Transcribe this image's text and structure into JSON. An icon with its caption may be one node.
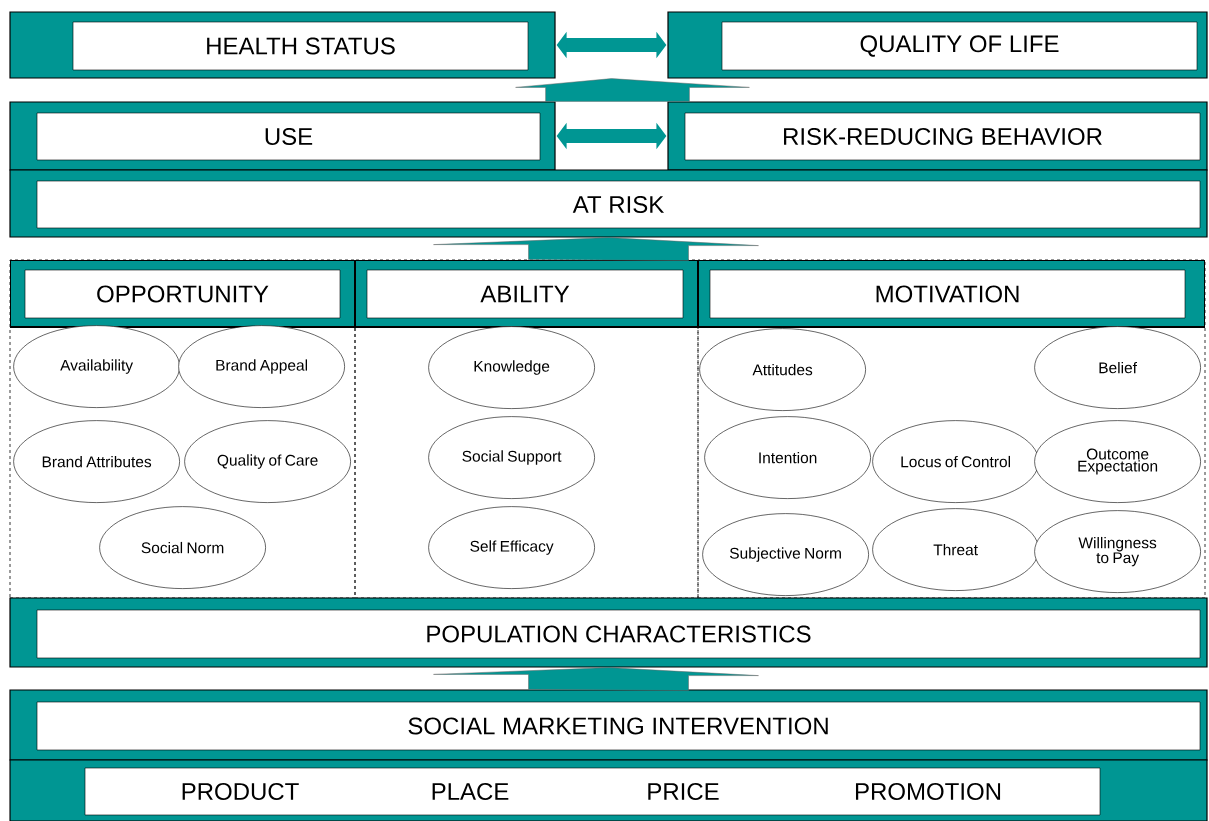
{
  "diagram": {
    "nodes": [
      {
        "text": [
          "HEALTH STATUS"
        ]
      },
      {
        "text": [
          "QUALITY OF LIFE"
        ]
      },
      {
        "text": [
          "USE"
        ]
      },
      {
        "text": [
          "RISK-REDUCING BEHAVIOR"
        ]
      },
      {
        "text": [
          "AT RISK"
        ]
      },
      {
        "text": [
          "OPPORTUNITY"
        ]
      },
      {
        "text": [
          "Availability"
        ],
        "in": 5
      },
      {
        "text": [
          "Brand Appeal"
        ],
        "in": 5
      },
      {
        "text": [
          "Brand Attributes"
        ],
        "in": 5
      },
      {
        "text": [
          "Quality of Care"
        ],
        "in": 5
      },
      {
        "text": [
          "Social Norm"
        ],
        "in": 5
      },
      {
        "text": [
          "ABILITY"
        ]
      },
      {
        "text": [
          "Knowledge"
        ],
        "in": 11
      },
      {
        "text": [
          "Social Support"
        ],
        "in": 11
      },
      {
        "text": [
          "Self Efficacy"
        ],
        "in": 11
      },
      {
        "text": [
          "MOTIVATION"
        ]
      },
      {
        "text": [
          "Attitudes"
        ],
        "in": 15
      },
      {
        "text": [
          "Belief"
        ],
        "in": 15
      },
      {
        "text": [
          "Intention"
        ],
        "in": 15
      },
      {
        "text": [
          "Locus of Control"
        ],
        "in": 15
      },
      {
        "text": [
          "Outcome Expectation"
        ],
        "in": 15
      },
      {
        "text": [
          "Subjective Norm"
        ],
        "in": 15
      },
      {
        "text": [
          "Threat"
        ],
        "in": 15
      },
      {
        "text": [
          "Willingness to Pay"
        ],
        "in": 15
      },
      {
        "text": [
          "POPULATION CHARACTERISTICS"
        ]
      },
      {
        "text": [
          "SOCIAL MARKETING INTERVENTION"
        ]
      },
      {
        "text": [
          "PRODUCT",
          "PLACE",
          "PRICE",
          "PROMOTION"
        ]
      }
    ],
    "edges": [
      {
        "from": 0,
        "to": 1,
        "arrow": "both"
      },
      {
        "from": 2,
        "to": 3,
        "arrow": "both"
      },
      {
        "from": 2,
        "to": 0,
        "arrow": "to",
        "style": "thick"
      },
      {
        "from": 3,
        "to": 1,
        "arrow": "to",
        "style": "thick"
      },
      {
        "from": 11,
        "to": 4,
        "arrow": "to",
        "style": "thick"
      },
      {
        "from": 25,
        "to": 24,
        "arrow": "to",
        "style": "thick"
      }
    ]
  }
}
